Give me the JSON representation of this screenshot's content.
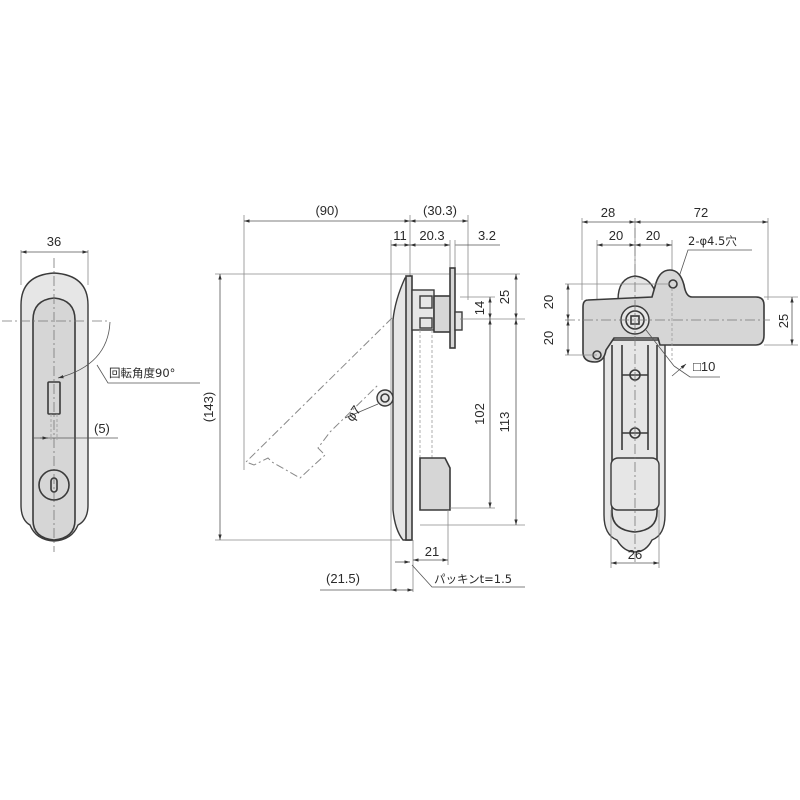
{
  "drawing": {
    "title": "Lever latch handle dimensional drawing",
    "line_color": "#3a3a3a",
    "fill_color": "#d6d6d6",
    "background": "#ffffff"
  },
  "front_view": {
    "width_label": "36",
    "rotation_note": "回転角度90°",
    "slot_width_label": "(5)"
  },
  "side_view": {
    "handle_reach_label": "(90)",
    "total_depth_label": "(30.3)",
    "flange_label": "11",
    "body_depth_label": "20.3",
    "cam_thickness_label": "3.2",
    "height_label": "(143)",
    "hole_label": "φ7",
    "cam_offset_top_label": "25",
    "cam_offset_label": "14",
    "body_inner_label": "102",
    "body_total_label": "113",
    "bottom_depth_label": "21",
    "handle_projection_label": "(21.5)",
    "gasket_note": "パッキンt=1.5"
  },
  "rear_view": {
    "left_width_label": "28",
    "right_width_label": "72",
    "hole_pitch_left_label": "20",
    "hole_pitch_right_label": "20",
    "holes_note": "2-φ4.5穴",
    "vert_pitch_top_label": "20",
    "vert_pitch_bottom_label": "20",
    "cam_width_label": "25",
    "square_shaft_label": "□10",
    "body_width_label": "26"
  }
}
